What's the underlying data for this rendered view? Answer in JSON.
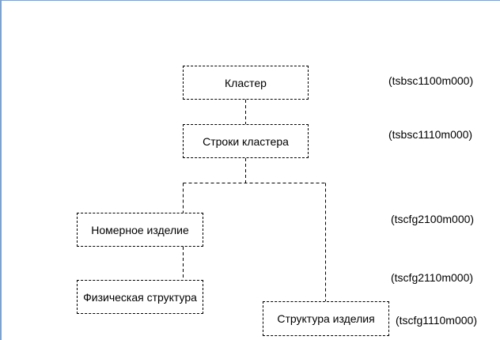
{
  "diagram": {
    "nodes": [
      {
        "id": "cluster",
        "label": "Кластер",
        "code": "(tsbsc1100m000)"
      },
      {
        "id": "cluster-lines",
        "label": "Строки кластера",
        "code": "(tsbsc1110m000)"
      },
      {
        "id": "numbered-item",
        "label": "Номерное изделие",
        "code": "(tscfg2100m000)"
      },
      {
        "id": "physical-structure",
        "label": "Физическая структура",
        "code": "(tscfg2110m000)"
      },
      {
        "id": "item-structure",
        "label": "Структура изделия",
        "code": "(tscfg1110m000)"
      }
    ],
    "edges": [
      {
        "from": "cluster",
        "to": "cluster-lines"
      },
      {
        "from": "cluster-lines",
        "to": "numbered-item"
      },
      {
        "from": "cluster-lines",
        "to": "item-structure"
      },
      {
        "from": "numbered-item",
        "to": "physical-structure"
      }
    ]
  }
}
